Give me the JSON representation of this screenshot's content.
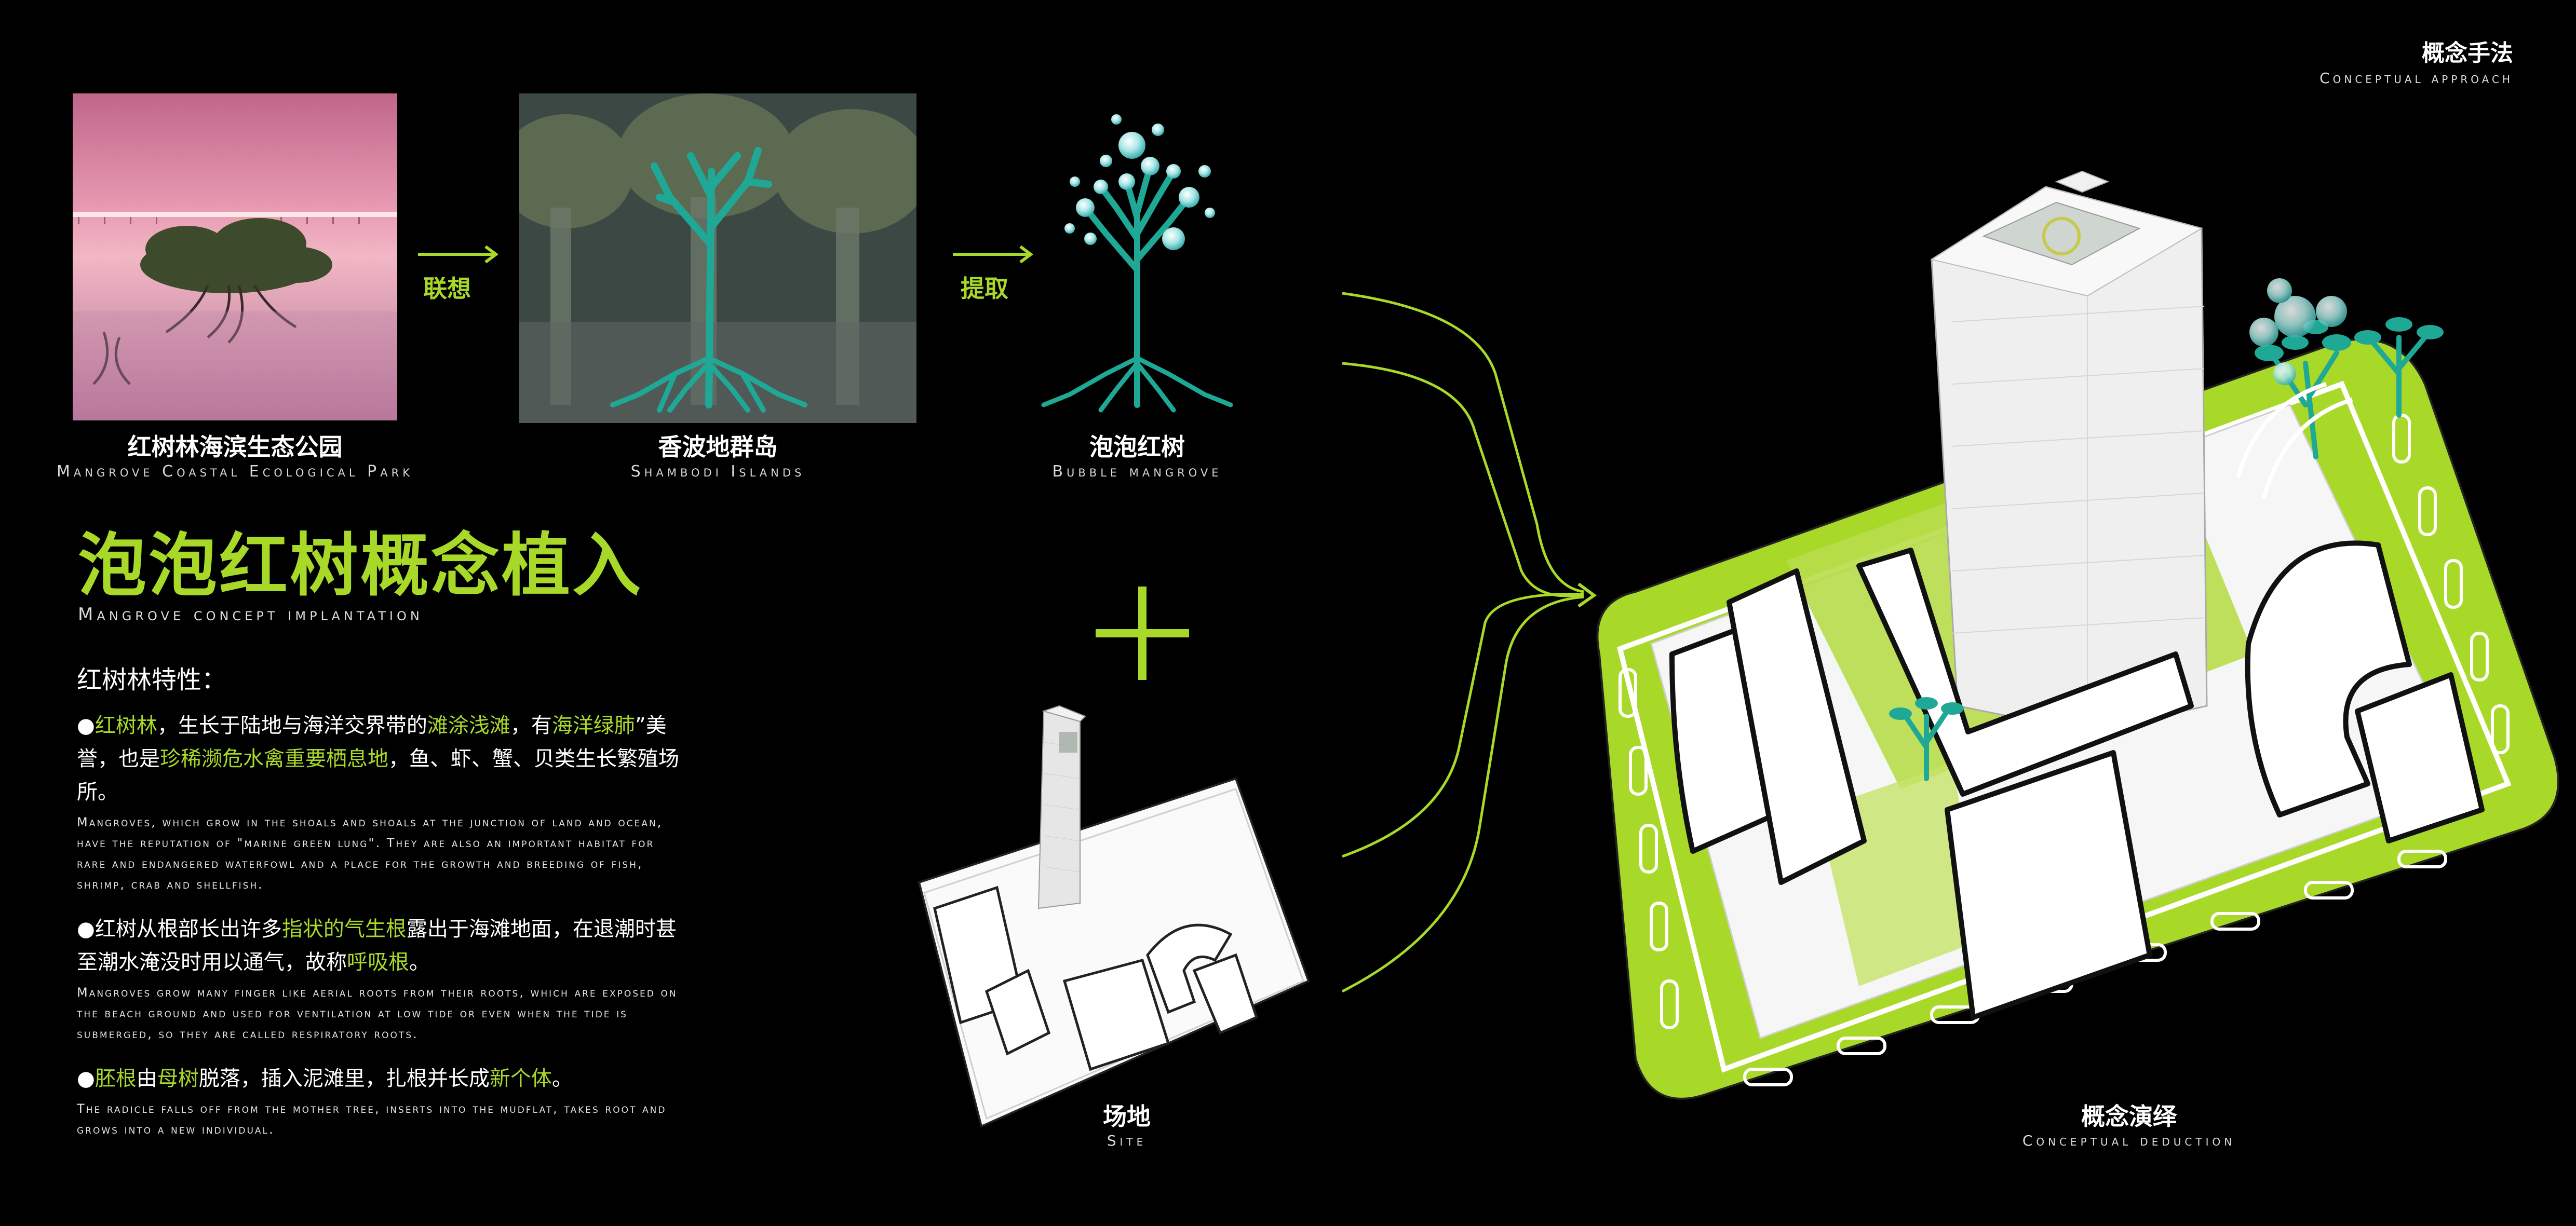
{
  "colors": {
    "accent": "#a8d928",
    "tree_teal": "#1fa896",
    "background": "#000000"
  },
  "header": {
    "title_cn": "概念手法",
    "title_en": "Conceptual approach"
  },
  "photos": [
    {
      "cn": "红树林海滨生态公园",
      "en": "Mangrove Coastal Ecological Park"
    },
    {
      "cn": "香波地群岛",
      "en": "Shambodi Islands"
    },
    {
      "cn": "泡泡红树",
      "en": "Bubble mangrove"
    }
  ],
  "arrows": {
    "associate": "联想",
    "extract": "提取"
  },
  "plus_symbol": "+",
  "concept": {
    "title_cn": "泡泡红树概念植入",
    "title_en": "Mangrove concept implantation"
  },
  "features": {
    "heading": "红树林特性：",
    "bullet": "●",
    "items": [
      {
        "segments": [
          {
            "t": "红树林",
            "hl": true
          },
          {
            "t": "，生长于陆地与海洋交界带的",
            "hl": false
          },
          {
            "t": "滩涂浅滩",
            "hl": true
          },
          {
            "t": "，有",
            "hl": false
          },
          {
            "t": "海洋绿肺",
            "hl": true
          },
          {
            "t": "”美誉，也是",
            "hl": false
          },
          {
            "t": "珍稀濒危水禽重要栖息地",
            "hl": true
          },
          {
            "t": "，鱼、虾、蟹、贝类生长繁殖场所。",
            "hl": false
          }
        ],
        "en": "Mangroves, which grow in the shoals and shoals at the junction of land and ocean, have the reputation of \"marine green lung\". They are also an important habitat for rare and endangered waterfowl and a place for the growth and breeding of fish, shrimp, crab and shellfish."
      },
      {
        "segments": [
          {
            "t": "红树从根部长出许多",
            "hl": false
          },
          {
            "t": "指状的气生根",
            "hl": true
          },
          {
            "t": "露出于海滩地面，在退潮时甚至潮水淹没时用以通气，故称",
            "hl": false
          },
          {
            "t": "呼吸根",
            "hl": true
          },
          {
            "t": "。",
            "hl": false
          }
        ],
        "en": "Mangroves grow many finger like aerial roots from their roots, which are exposed on the beach ground and used for ventilation at low tide or even when the tide is submerged, so they are called respiratory roots."
      },
      {
        "segments": [
          {
            "t": "胚根",
            "hl": true
          },
          {
            "t": "由",
            "hl": false
          },
          {
            "t": "母树",
            "hl": true
          },
          {
            "t": "脱落，插入泥滩里，扎根并长成",
            "hl": false
          },
          {
            "t": "新个体",
            "hl": true
          },
          {
            "t": "。",
            "hl": false
          }
        ],
        "en": "The radicle falls off from the mother tree, inserts into the mudflat, takes root and grows into a new individual."
      }
    ]
  },
  "site": {
    "cn": "场地",
    "en": "Site"
  },
  "deduction": {
    "cn": "概念演绎",
    "en": "Conceptual deduction"
  }
}
